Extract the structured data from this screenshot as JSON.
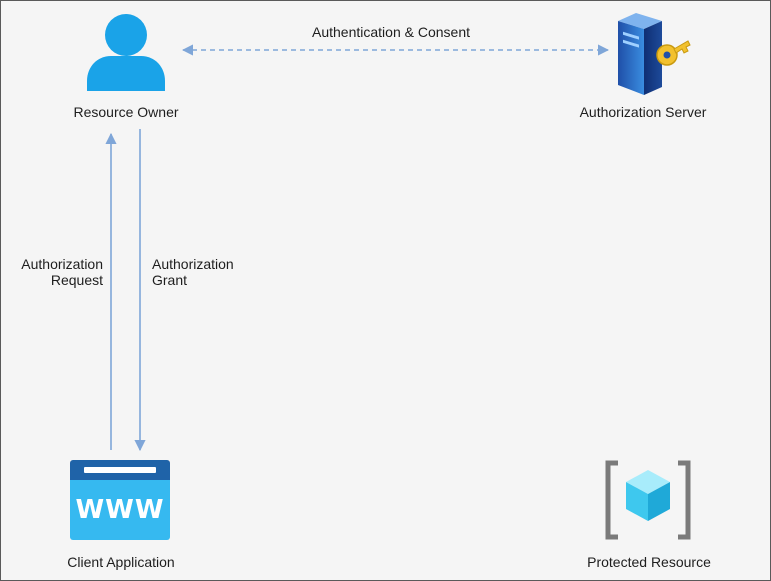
{
  "nodes": {
    "resource_owner": {
      "label": "Resource Owner",
      "icon": "user-icon"
    },
    "authorization_server": {
      "label": "Authorization Server",
      "icon": "server-key-icon"
    },
    "client_application": {
      "label": "Client Application",
      "icon": "web-app-icon",
      "icon_text": "WWW"
    },
    "protected_resource": {
      "label": "Protected Resource",
      "icon": "resource-cube-icon"
    }
  },
  "edges": {
    "authentication_consent": {
      "label": "Authentication & Consent"
    },
    "authorization_request": {
      "line1": "Authorization",
      "line2": "Request"
    },
    "authorization_grant": {
      "line1": "Authorization",
      "line2": "Grant"
    }
  },
  "colors": {
    "background": "#f5f5f5",
    "arrow": "#7fa6d8",
    "user": "#1aa3e8",
    "web_app_header": "#1f63a8",
    "web_app_body": "#36b9f0"
  }
}
